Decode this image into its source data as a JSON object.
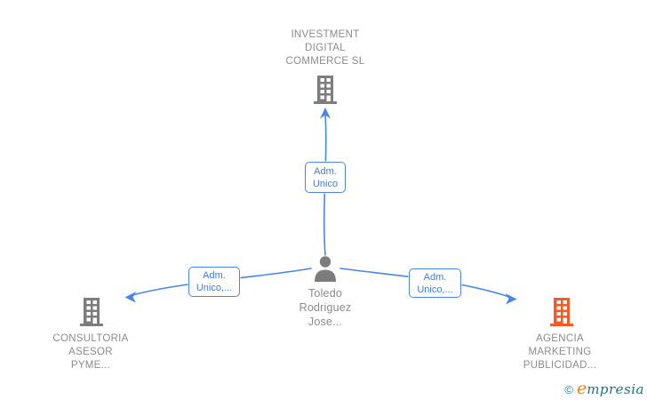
{
  "graph": {
    "nodes": {
      "company_top": {
        "label": "INVESTMENT\nDIGITAL\nCOMMERCE SL",
        "icon": "building-icon",
        "icon_color": "#7d7d7d"
      },
      "person_center": {
        "label": "Toledo\nRodriguez\nJose...",
        "icon": "person-icon",
        "icon_color": "#7d7d7d"
      },
      "company_left": {
        "label": "CONSULTORIA\nASESOR\nPYME...",
        "icon": "building-icon",
        "icon_color": "#7d7d7d"
      },
      "company_right": {
        "label": "AGENCIA\nMARKETING\nPUBLICIDAD...",
        "icon": "building-icon",
        "icon_color": "#f85a25"
      }
    },
    "edges": {
      "person_to_top": {
        "label": "Adm.\nUnico"
      },
      "person_to_left": {
        "label": "Adm.\nUnico,..."
      },
      "person_to_right": {
        "label": "Adm.\nUnico,..."
      }
    },
    "colors": {
      "edge_blue": "#4a86e8",
      "label_text_blue": "#3d7de4",
      "node_text_gray": "#8b8b8b",
      "icon_gray": "#7d7d7d",
      "icon_orange": "#f85a25"
    }
  },
  "watermark": {
    "copyright": "©",
    "brand_initial": "e",
    "brand_rest": "mpresia",
    "teal": "#1d7189",
    "orange": "#ef7f1a"
  }
}
